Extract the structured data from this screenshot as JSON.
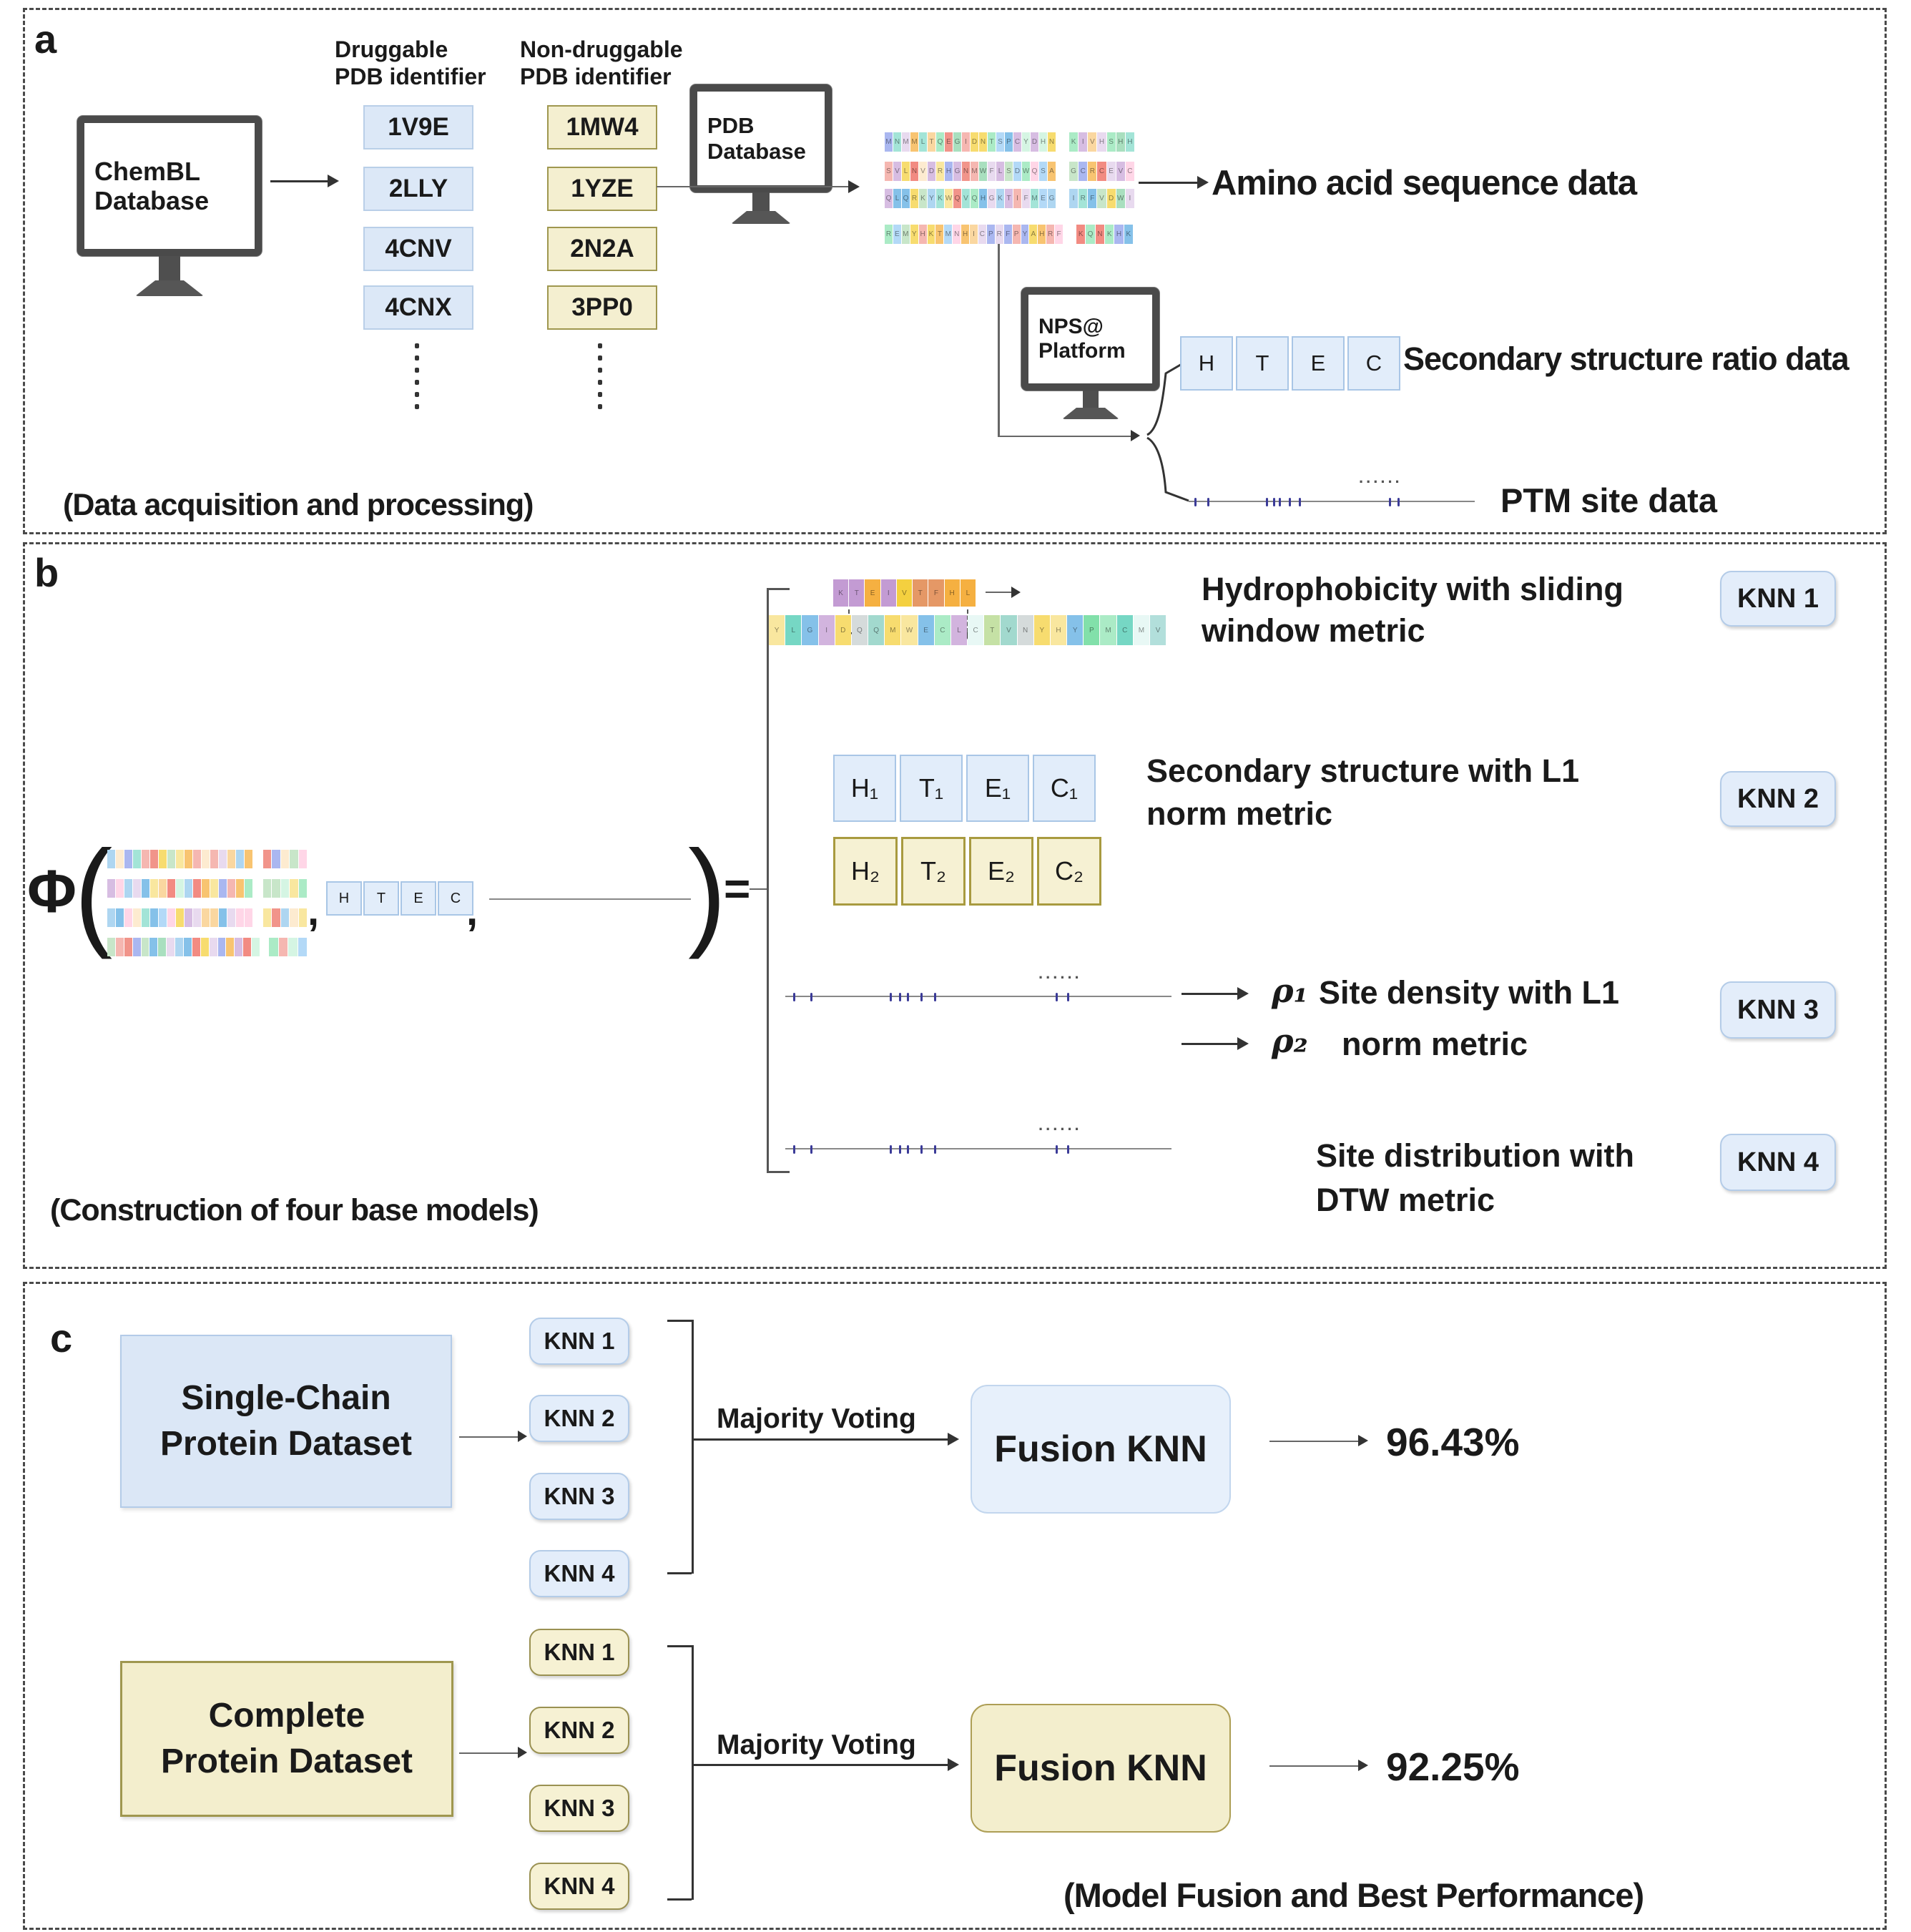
{
  "palette": {
    "blue_fill": "#dce8f7",
    "blue_border": "#b9cfe8",
    "yellow_fill": "#f4efd0",
    "yellow_border": "#9f974f",
    "ink": "#1a1a1a",
    "line": "#333333",
    "tick": "#3b3b98",
    "monitor_frame": "#4a4a4a"
  },
  "panel_a": {
    "label": "a",
    "chembl_monitor_line1": "ChemBL",
    "chembl_monitor_line2": "Database",
    "druggable_header_line1": "Druggable",
    "druggable_header_line2": "PDB identifier",
    "druggable_ids": [
      "1V9E",
      "2LLY",
      "4CNV",
      "4CNX"
    ],
    "nondruggable_header_line1": "Non-druggable",
    "nondruggable_header_line2": "PDB identifier",
    "nondruggable_ids": [
      "1MW4",
      "1YZE",
      "2N2A",
      "3PP0"
    ],
    "pdb_monitor_line1": "PDB",
    "pdb_monitor_line2": "Database",
    "amino_label": "Amino acid sequence data",
    "nps_monitor_line1": "NPS@",
    "nps_monitor_line2": "Platform",
    "htec": [
      "H",
      "T",
      "E",
      "C"
    ],
    "secondary_label": "Secondary structure ratio data",
    "ptm_label": "PTM site data",
    "caption": "(Data acquisition and processing)"
  },
  "panel_b": {
    "label": "b",
    "phi": "Φ",
    "open_paren": "(",
    "close_paren": ")",
    "comma": ",",
    "equals": "=",
    "row1_title_line1": "Hydrophobicity with sliding",
    "row1_title_line2": "window metric",
    "row1_knn": "KNN 1",
    "row2_title_line1": "Secondary structure with L1",
    "row2_title_line2": "norm metric",
    "row2_knn": "KNN 2",
    "htec1": [
      "H₁",
      "T₁",
      "E₁",
      "C₁"
    ],
    "htec2": [
      "H₂",
      "T₂",
      "E₂",
      "C₂"
    ],
    "row3_rho1": "ρ₁",
    "row3_title1": "Site density with L1",
    "row3_rho2": "ρ₂",
    "row3_title2": "norm metric",
    "row3_knn": "KNN 3",
    "row4_title_line1": "Site distribution with",
    "row4_title_line2": "DTW metric",
    "row4_knn": "KNN 4",
    "caption": "(Construction of four base models)"
  },
  "panel_c": {
    "label": "c",
    "caption": "(Model Fusion and Best Performance)",
    "groups": [
      {
        "dataset_line1": "Single-Chain",
        "dataset_line2": "Protein Dataset",
        "knn": [
          "KNN 1",
          "KNN 2",
          "KNN 3",
          "KNN 4"
        ],
        "voting_label": "Majority Voting",
        "fusion_label": "Fusion KNN",
        "accuracy": "96.43%"
      },
      {
        "dataset_line1": "Complete",
        "dataset_line2": "Protein Dataset",
        "knn": [
          "KNN 1",
          "KNN 2",
          "KNN 3",
          "KNN 4"
        ],
        "voting_label": "Majority Voting",
        "fusion_label": "Fusion KNN",
        "accuracy": "92.25%"
      }
    ]
  },
  "decor": {
    "ellipsis_h": "......",
    "tick_fractions": [
      0.02,
      0.065,
      0.27,
      0.295,
      0.315,
      0.35,
      0.385,
      0.7,
      0.73
    ],
    "palettes": {
      "seq": [
        "#f28b82",
        "#f8c471",
        "#aed6f1",
        "#a9dfbf",
        "#f9e79f",
        "#d7bde2",
        "#85c1e9",
        "#f5b7b1",
        "#abebc6",
        "#fad7a0",
        "#aab7f0",
        "#f7dc6f",
        "#a3e4d7",
        "#f1948a",
        "#d5f5e3",
        "#fdebd0",
        "#b3d9f7",
        "#e8daef",
        "#ffd6e7",
        "#c8e6c9"
      ],
      "warm": [
        "#f5b041",
        "#ec7063",
        "#d98880",
        "#c39bd3",
        "#f4d03f",
        "#eb984e",
        "#e74c3c",
        "#f1c40f",
        "#e59866"
      ],
      "cool": [
        "#7fb3d5",
        "#f9e79f",
        "#d5dbdb",
        "#76d7c4",
        "#f7dc6f",
        "#85c1e9",
        "#a9dfbf",
        "#d2b4de",
        "#aed6f1",
        "#a2d9ce",
        "#e8f8f5",
        "#abebc6",
        "#82e0aa",
        "#c5e1a5",
        "#b2dfdb"
      ]
    }
  }
}
